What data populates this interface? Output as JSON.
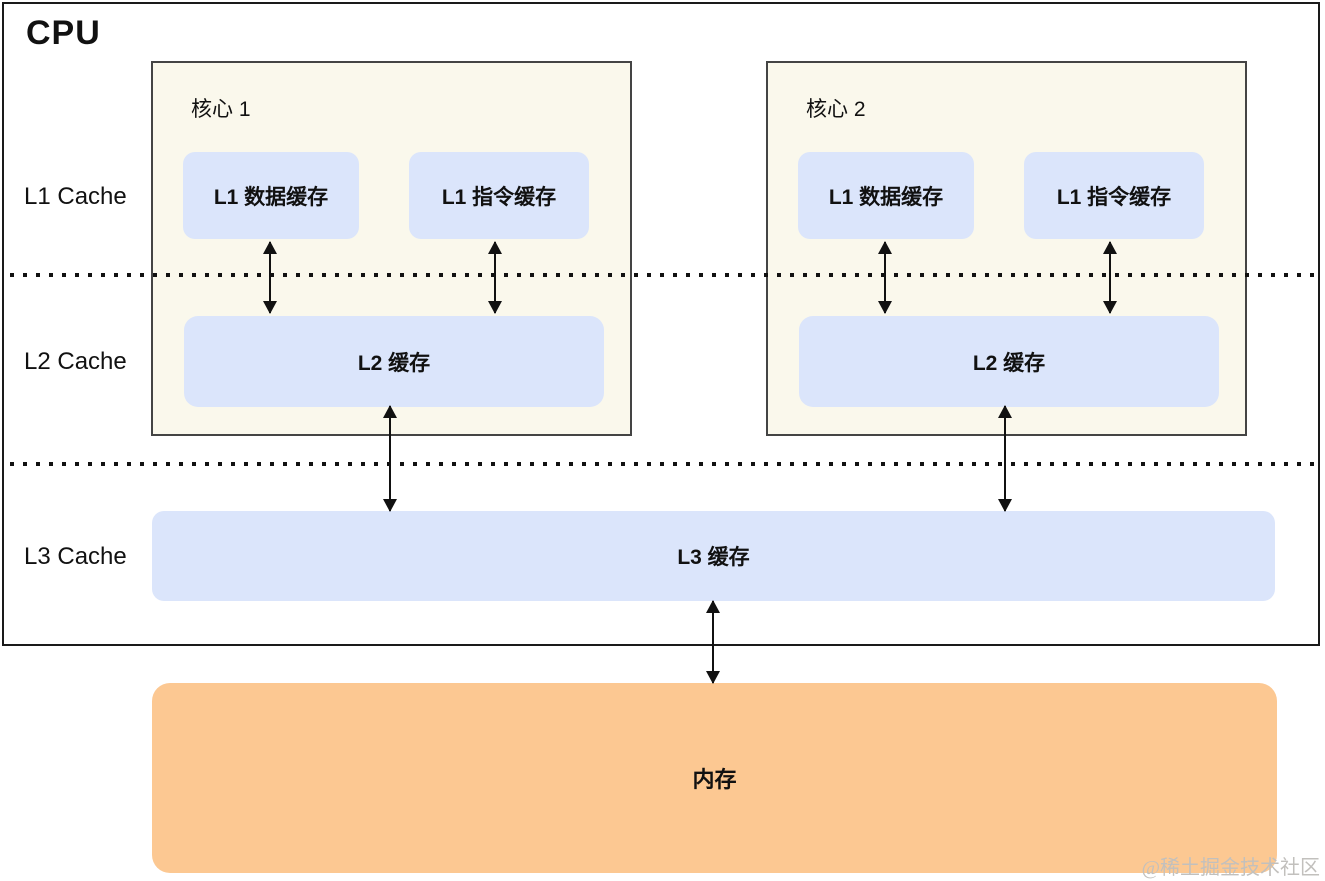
{
  "cpu_label": "CPU",
  "row_labels": [
    {
      "text": "L1 Cache"
    },
    {
      "text": "L2 Cache"
    },
    {
      "text": "L3 Cache"
    }
  ],
  "cores": [
    {
      "title": "核心 1",
      "l1_data": "L1 数据缓存",
      "l1_inst": "L1 指令缓存",
      "l2": "L2 缓存"
    },
    {
      "title": "核心 2",
      "l1_data": "L1 数据缓存",
      "l1_inst": "L1 指令缓存",
      "l2": "L2 缓存"
    }
  ],
  "l3_label": "L3 缓存",
  "memory_label": "内存",
  "watermark": "@稀土掘金技术社区",
  "colors": {
    "core_bg": "#faf8ec",
    "cache_bg": "#dbe5fb",
    "memory_bg": "#fcc892",
    "border_dark": "#1a1a1a",
    "core_border": "#444444",
    "watermark": "#c2c0bd"
  }
}
